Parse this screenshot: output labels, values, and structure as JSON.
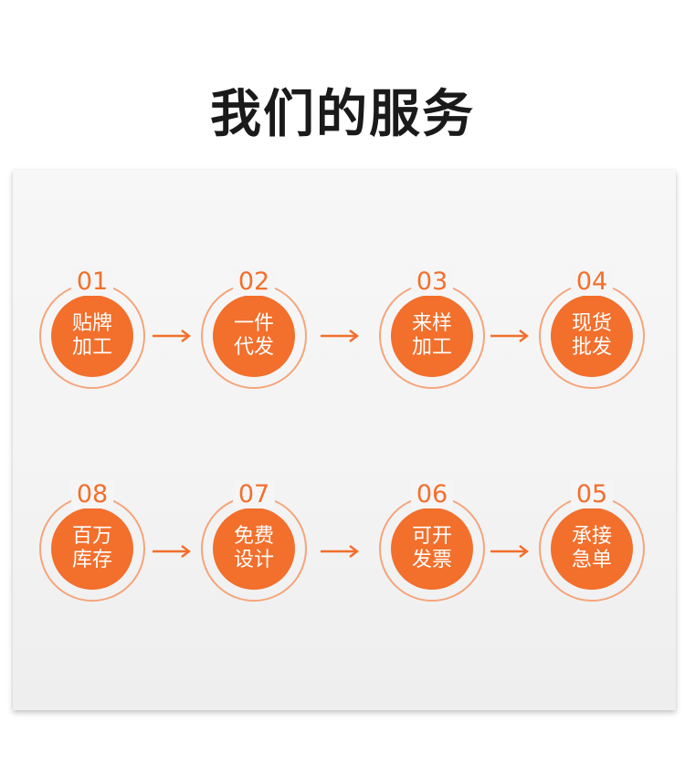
{
  "title": "我们的服务",
  "colors": {
    "accent": "#f26f2c",
    "ring": "#f6a47a",
    "title": "#1a1a1a"
  },
  "steps": [
    {
      "num": "01",
      "line1": "贴牌",
      "line2": "加工"
    },
    {
      "num": "02",
      "line1": "一件",
      "line2": "代发"
    },
    {
      "num": "03",
      "line1": "来样",
      "line2": "加工"
    },
    {
      "num": "04",
      "line1": "现货",
      "line2": "批发"
    },
    {
      "num": "08",
      "line1": "百万",
      "line2": "库存"
    },
    {
      "num": "07",
      "line1": "免费",
      "line2": "设计"
    },
    {
      "num": "06",
      "line1": "可开",
      "line2": "发票"
    },
    {
      "num": "05",
      "line1": "承接",
      "line2": "急单"
    }
  ]
}
